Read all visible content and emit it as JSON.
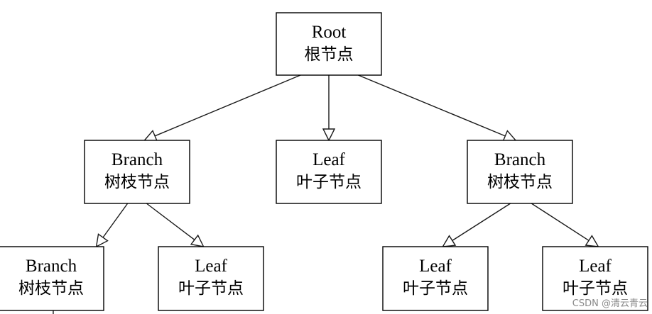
{
  "nodes": [
    {
      "id": "root",
      "kind": "root",
      "title": "Root",
      "subtitle": "根节点"
    },
    {
      "id": "branch-left",
      "kind": "branch",
      "title": "Branch",
      "subtitle": "树枝节点"
    },
    {
      "id": "leaf-middle",
      "kind": "leaf",
      "title": "Leaf",
      "subtitle": "叶子节点"
    },
    {
      "id": "branch-right",
      "kind": "branch",
      "title": "Branch",
      "subtitle": "树枝节点"
    },
    {
      "id": "branch-bottom-left",
      "kind": "branch",
      "title": "Branch",
      "subtitle": "树枝节点"
    },
    {
      "id": "leaf-bottom-2",
      "kind": "leaf",
      "title": "Leaf",
      "subtitle": "叶子节点"
    },
    {
      "id": "leaf-bottom-3",
      "kind": "leaf",
      "title": "Leaf",
      "subtitle": "叶子节点"
    },
    {
      "id": "leaf-bottom-4",
      "kind": "leaf",
      "title": "Leaf",
      "subtitle": "叶子节点"
    }
  ],
  "edges": [
    {
      "from": "root",
      "to": "branch-left"
    },
    {
      "from": "root",
      "to": "leaf-middle"
    },
    {
      "from": "root",
      "to": "branch-right"
    },
    {
      "from": "branch-left",
      "to": "branch-bottom-left"
    },
    {
      "from": "branch-left",
      "to": "leaf-bottom-2"
    },
    {
      "from": "branch-right",
      "to": "leaf-bottom-3"
    },
    {
      "from": "branch-right",
      "to": "leaf-bottom-4"
    }
  ],
  "watermark": "CSDN @清云青云"
}
